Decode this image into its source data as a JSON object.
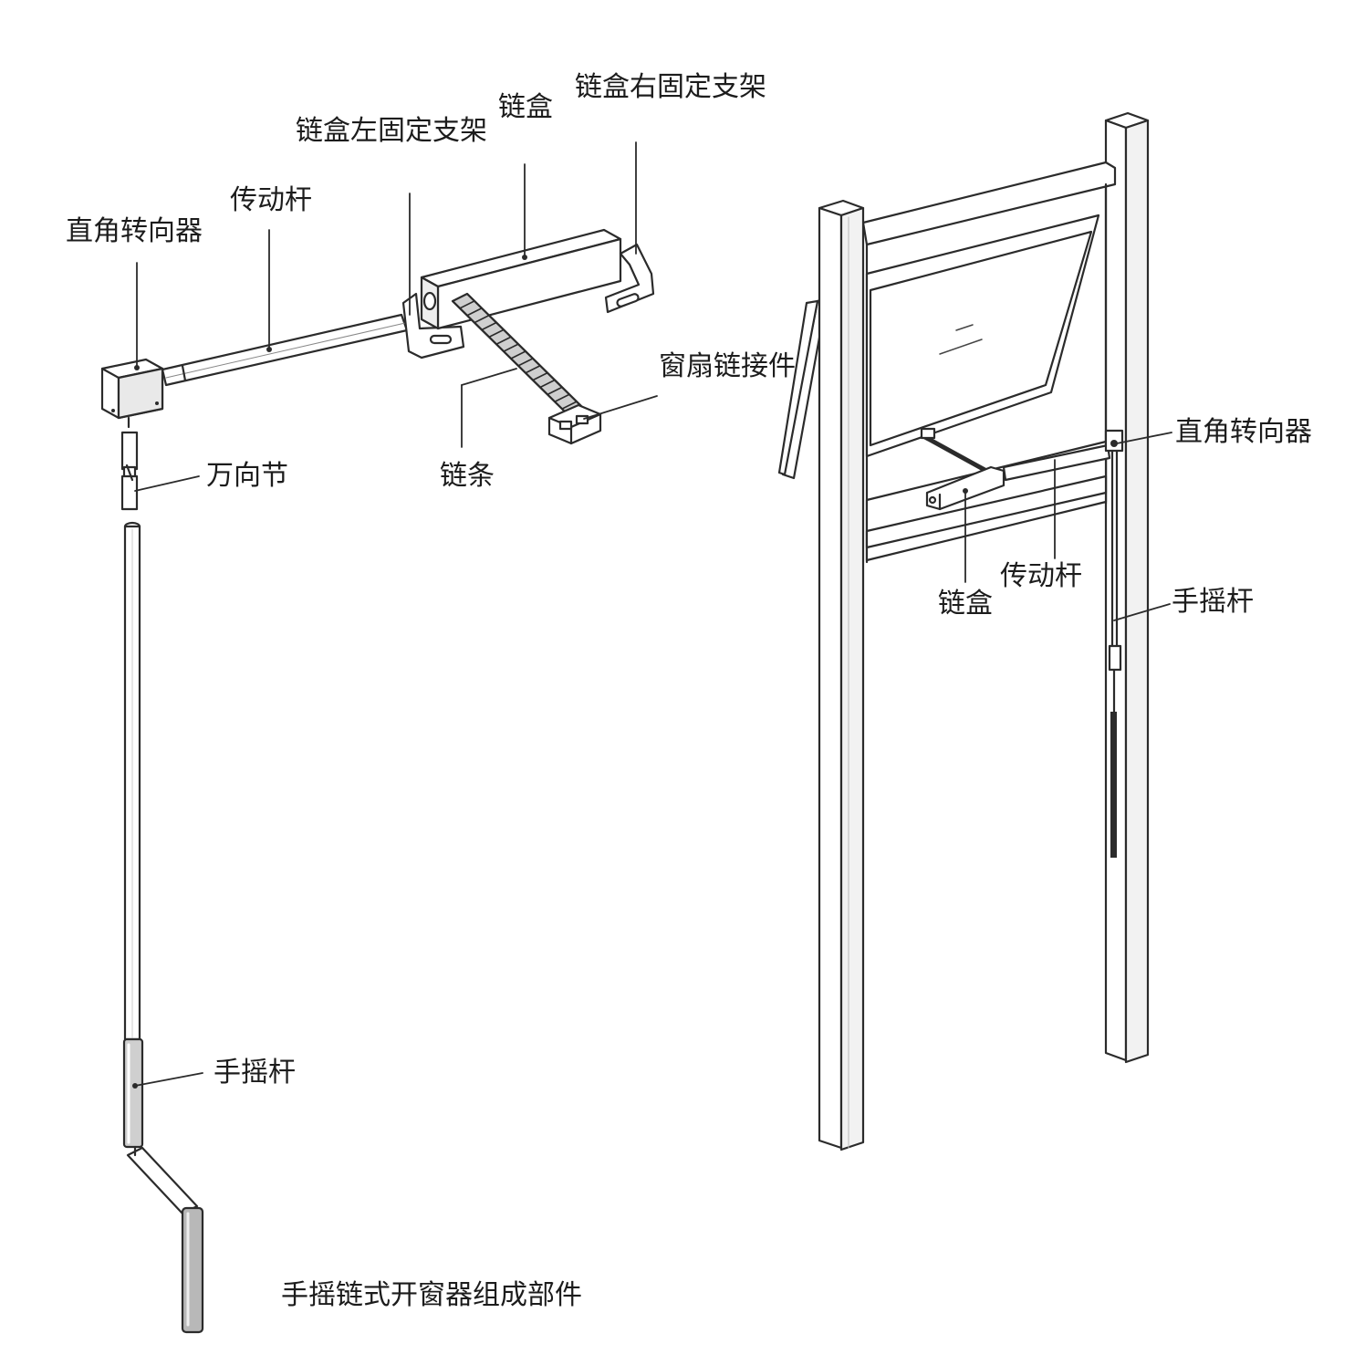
{
  "title": "手摇链式开窗器组成部件",
  "exploded_labels": {
    "right_angle_diverter": "直角转向器",
    "drive_rod": "传动杆",
    "left_bracket": "链盒左固定支架",
    "chain_box": "链盒",
    "right_bracket": "链盒右固定支架",
    "sash_connector": "窗扇链接件",
    "chain": "链条",
    "universal_joint": "万向节",
    "crank_handle": "手摇杆"
  },
  "installed_labels": {
    "right_angle_diverter": "直角转向器",
    "chain_box": "链盒",
    "drive_rod": "传动杆",
    "crank_handle": "手摇杆"
  },
  "colors": {
    "line": "#2b2b2b",
    "fill": "#ffffff",
    "shade": "#d9d9d9",
    "dark": "#555555"
  }
}
